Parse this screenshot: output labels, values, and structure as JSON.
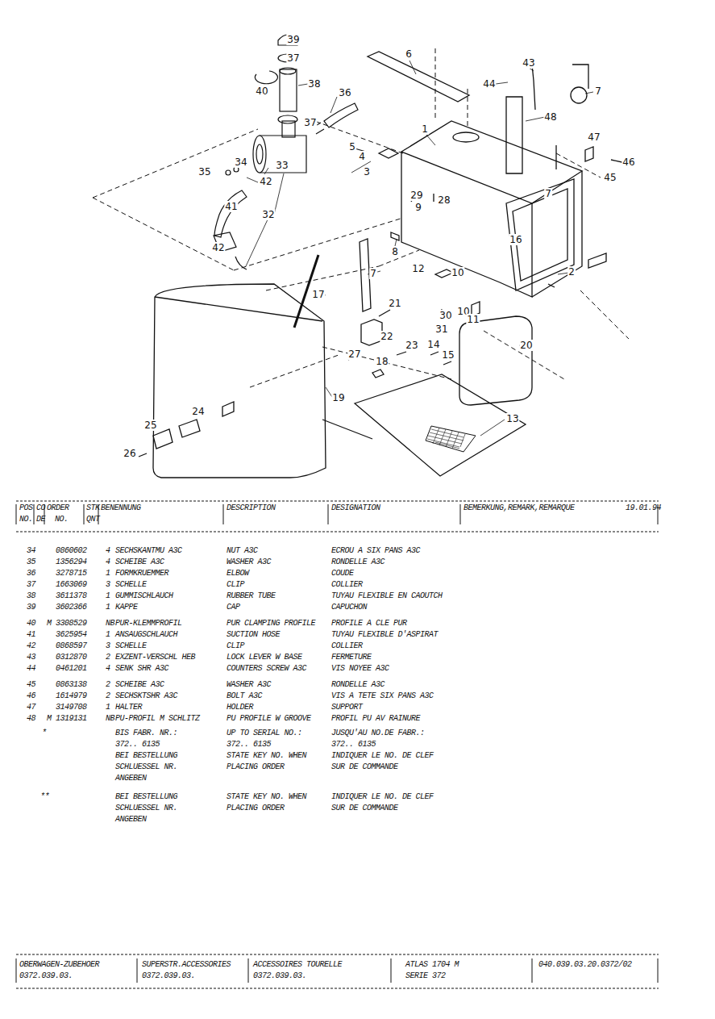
{
  "diagram": {
    "labels": [
      "39",
      "37",
      "38",
      "40",
      "36",
      "37",
      "6",
      "43",
      "44",
      "7",
      "1",
      "48",
      "5",
      "4",
      "3",
      "34",
      "35",
      "42",
      "33",
      "47",
      "46",
      "45",
      "29",
      "28",
      "9",
      "41",
      "32",
      "7",
      "16",
      "42",
      "8",
      "7",
      "2",
      "12",
      "10",
      "17",
      "10",
      "11",
      "21",
      "30",
      "31",
      "22",
      "20",
      "23",
      "14",
      "15",
      "27",
      "18",
      "19",
      "13",
      "24",
      "25",
      "26",
      "POS",
      "CO",
      "ORDER",
      "STK",
      "BENENNUNG",
      "DESCRIPTION",
      "DESIGNATION",
      "BEMERKUNG,REMARK,REMARQUE",
      "19.01.94",
      "NO.",
      "DE",
      "NO.",
      "QNT",
      "34",
      "0860602",
      "4",
      "SECHSKANTMU A3C",
      "NUT A3C",
      "ECROU A SIX PANS A3C",
      "35",
      "1356294",
      "4",
      "SCHEIBE A3C",
      "WASHER A3C",
      "RONDELLE A3C",
      "36",
      "3278715",
      "1",
      "FORMKRUEMMER",
      "ELBOW",
      "COUDE",
      "37",
      "1663069",
      "3",
      "SCHELLE",
      "CLIP",
      "COLLIER",
      "38",
      "3611378",
      "1",
      "GUMMISCHLAUCH",
      "RUBBER TUBE",
      "TUYAU FLEXIBLE EN CAOUTCH",
      "39",
      "3602366",
      "1",
      "KAPPE",
      "CAP",
      "CAPUCHON",
      "40",
      "M",
      "3308529",
      "NB",
      "PUR-KLEMMPROFIL",
      "PUR CLAMPING PROFILE",
      "PROFILE A CLE PUR",
      "41",
      "3625954",
      "1",
      "ANSAUGSCHLAUCH",
      "SUCTION HOSE",
      "TUYAU FLEXIBLE D'ASPIRAT",
      "42",
      "0868597",
      "3",
      "SCHELLE",
      "CLIP",
      "COLLIER",
      "43",
      "0312870",
      "2",
      "EXZENT-VERSCHL HEB",
      "LOCK LEVER W BASE",
      "FERMETURE",
      "44",
      "0461201",
      "4",
      "SENK SHR A3C",
      "COUNTERS SCREW A3C",
      "VIS NOYEE A3C",
      "45",
      "0863138",
      "2",
      "SCHEIBE A3C",
      "WASHER A3C",
      "RONDELLE A3C",
      "46",
      "1614979",
      "2",
      "SECHSKTSHR A3C",
      "BOLT A3C",
      "VIS A TETE SIX PANS A3C",
      "47",
      "3149708",
      "1",
      "HALTER",
      "HOLDER",
      "SUPPORT",
      "48",
      "M",
      "1319131",
      "NB",
      "PU-PROFIL M SCHLITZ",
      "PU PROFILE W GROOVE",
      "PROFIL PU AV RAINURE",
      "*",
      "BIS FABR. NR.:",
      "372.. 6135",
      "BEI BESTELLUNG",
      "SCHLUESSEL NR.",
      "ANGEBEN",
      "UP TO SERIAL NO.:",
      "372.. 6135",
      "STATE KEY NO. WHEN",
      "PLACING ORDER",
      "JUSQU'AU NO.DE FABR.:",
      "372.. 6135",
      "INDIQUER LE NO. DE CLEF",
      "SUR DE COMMANDE",
      "**",
      "BEI BESTELLUNG",
      "SCHLUESSEL NR.",
      "ANGEBEN",
      "STATE KEY NO. WHEN",
      "PLACING ORDER",
      "INDIQUER LE NO. DE CLEF",
      "SUR DE COMMANDE",
      "OBERWAGEN-ZUBEHOER",
      "0372.039.03.",
      "SUPERSTR.ACCESSORIES",
      "0372.039.03.",
      "ACCESSOIRES TOURELLE",
      "0372.039.03.",
      "ATLAS 1704 M",
      "SERIE 372",
      "040.039.03.20.0372/02"
    ]
  }
}
